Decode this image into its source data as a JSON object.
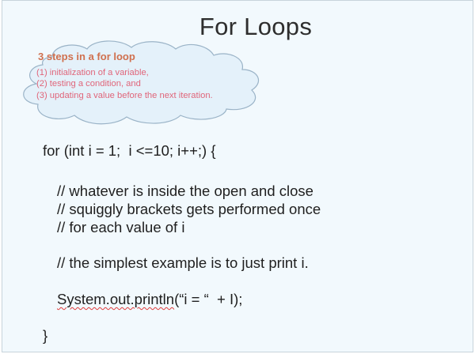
{
  "slide": {
    "title": "For Loops",
    "callout": {
      "heading": "3 steps in a for loop",
      "steps": [
        "(1) initialization of a variable,",
        "(2) testing a condition, and",
        "(3) updating a value before the next iteration."
      ]
    },
    "code": {
      "line1": "for (int i = 1;  i <=10; i++;) {",
      "comment1": "// whatever is inside the open and close",
      "comment2": "// squiggly brackets gets performed once",
      "comment3": "// for each value of i",
      "comment4": "// the simplest example is to just print i.",
      "println_call": "System.out.println",
      "println_args": "(“i = “  + I);",
      "closing_brace": "}"
    }
  },
  "colors": {
    "slide_background": "#f2f9fd",
    "callout_fill": "#e4f1fa",
    "callout_heading": "#d0704e",
    "callout_steps": "#e0657a",
    "spellcheck_underline": "#e03b3b"
  }
}
